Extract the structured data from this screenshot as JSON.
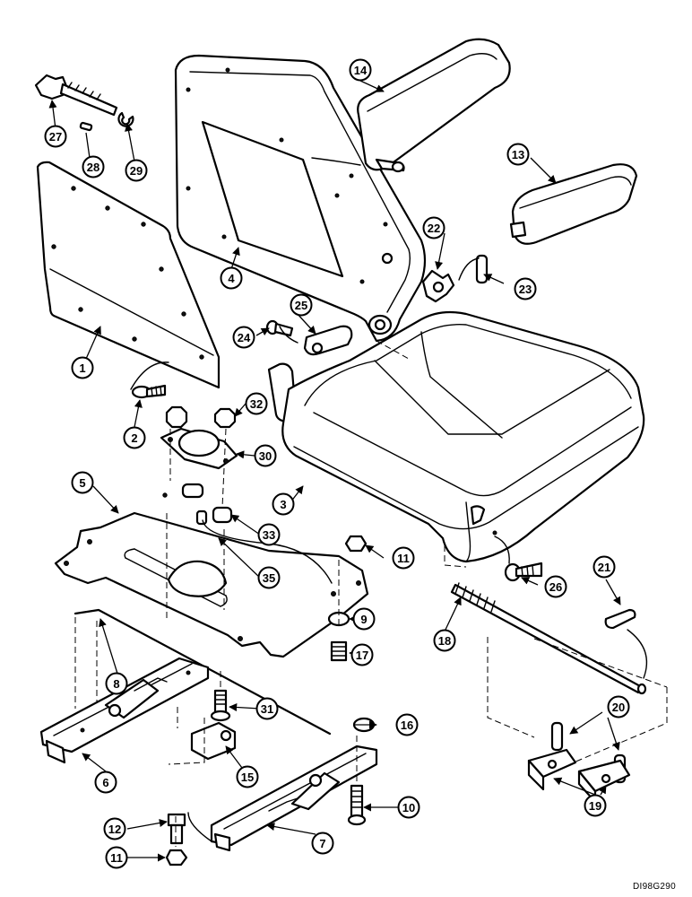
{
  "drawing_code": "DI98G290",
  "callouts": [
    "1",
    "2",
    "3",
    "4",
    "5",
    "6",
    "7",
    "8",
    "9",
    "10",
    "11",
    "11",
    "12",
    "13",
    "14",
    "15",
    "16",
    "17",
    "18",
    "19",
    "20",
    "21",
    "22",
    "23",
    "24",
    "25",
    "26",
    "27",
    "28",
    "29",
    "30",
    "31",
    "32",
    "33",
    "35"
  ]
}
